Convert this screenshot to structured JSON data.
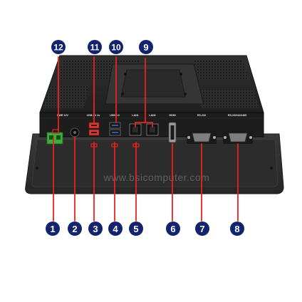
{
  "watermark": "www.bsicomputer.com",
  "colors": {
    "callout_line": "#e8231f",
    "badge_fill": "#13236e",
    "badge_text": "#ffffff",
    "chassis": "#2b2b2b",
    "bezel": "#3b3b3b"
  },
  "port_labels": {
    "power": "PWR 12V",
    "usb_left": "USB 2.0 2x",
    "usb_right": "USB 3.0",
    "lan1": "LAN1",
    "lan2": "LAN2",
    "hdmi": "HDMI",
    "com1": "RS-232",
    "com2": "RS-232/422/485"
  },
  "badges": [
    {
      "id": "1",
      "label": "1"
    },
    {
      "id": "2",
      "label": "2"
    },
    {
      "id": "3",
      "label": "3"
    },
    {
      "id": "4",
      "label": "4"
    },
    {
      "id": "5",
      "label": "5"
    },
    {
      "id": "6",
      "label": "6"
    },
    {
      "id": "7",
      "label": "7"
    },
    {
      "id": "8",
      "label": "8"
    },
    {
      "id": "9",
      "label": "9"
    },
    {
      "id": "10",
      "label": "10"
    },
    {
      "id": "11",
      "label": "11"
    },
    {
      "id": "12",
      "label": "12"
    }
  ]
}
